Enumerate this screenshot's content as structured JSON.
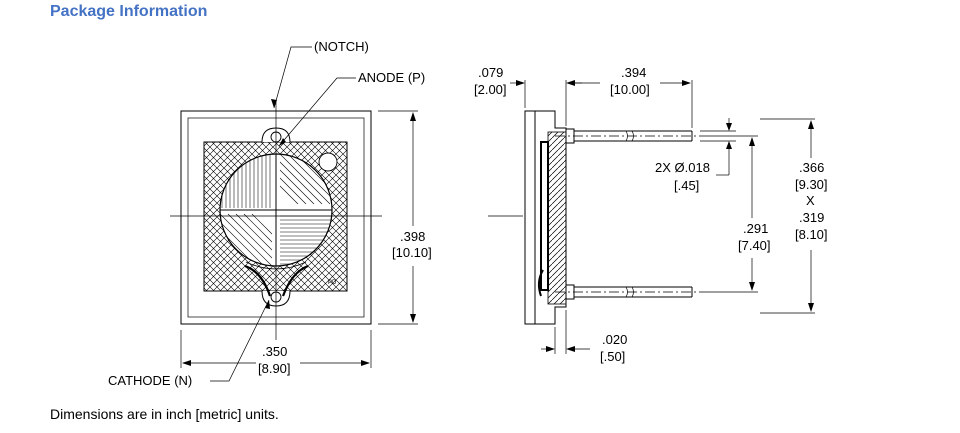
{
  "header": {
    "title": "Package Information"
  },
  "front_view": {
    "notch_label": "(NOTCH)",
    "anode_label": "ANODE (P)",
    "cathode_label": "CATHODE (N)",
    "height_in": ".398",
    "height_mm": "[10.10]",
    "width_in": ".350",
    "width_mm": "[8.90]"
  },
  "side_view": {
    "thickness_in": ".079",
    "thickness_mm": "[2.00]",
    "lead_length_in": ".394",
    "lead_length_mm": "[10.00]",
    "lead_dia_in": "2X Ø.018",
    "lead_dia_mm": "[.45]",
    "lead_spacing_in": ".291",
    "lead_spacing_mm": "[7.40]",
    "body_line1": ".366",
    "body_line2": "[9.30]",
    "body_line3": "X",
    "body_line4": ".319",
    "body_line5": "[8.10]",
    "standoff_in": ".020",
    "standoff_mm": "[.50]"
  },
  "footer": {
    "note": "Dimensions are in inch [metric] units."
  }
}
